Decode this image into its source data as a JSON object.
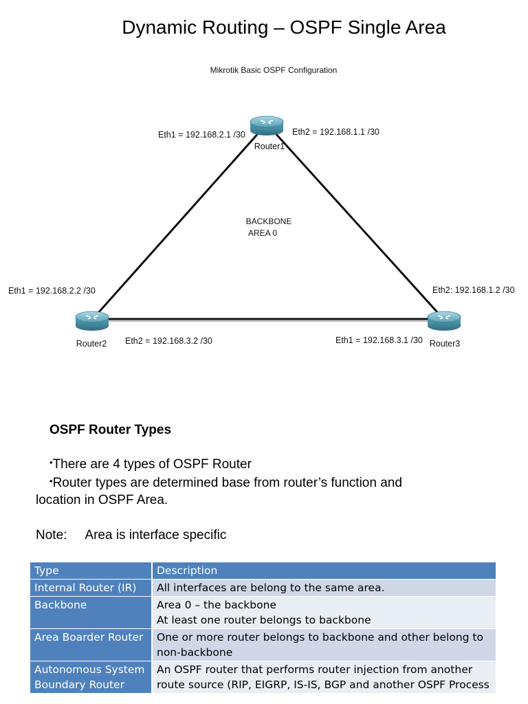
{
  "title": "Dynamic  Routing – OSPF Single Area",
  "diagram": {
    "caption": "Mikrotik Basic OSPF Configuration",
    "area_line1": "BACKBONE",
    "area_line2": "AREA 0",
    "routers": [
      {
        "name": "Router1"
      },
      {
        "name": "Router2"
      },
      {
        "name": "Router3"
      }
    ],
    "interfaces": {
      "r1_eth1": "Eth1 = 192.168.2.1 /30",
      "r1_eth2": "Eth2 = 192.168.1.1 /30",
      "r2_eth1": "Eth1 = 192.168.2.2 /30",
      "r2_eth2": "Eth2 = 192.168.3.2 /30",
      "r3_eth1": "Eth1 = 192.168.3.1 /30",
      "r3_eth2": "Eth2: 192.168.1.2 /30"
    }
  },
  "section": {
    "heading": "OSPF Router Types",
    "bullet_symbol": "•",
    "bullet1": "There are 4 types of OSPF Router",
    "bullet2": "Router types are determined base from router’s function and",
    "bullet2_cont": "location in OSPF Area.",
    "note_label": "Note:",
    "note_text": "Area is interface specific"
  },
  "table": {
    "headers": [
      "Type",
      "Description"
    ],
    "rows": [
      {
        "type": [
          "Internal Router (IR)"
        ],
        "desc": [
          "All interfaces are belong to the same area."
        ]
      },
      {
        "type": [
          "Backbone"
        ],
        "desc": [
          "Area 0 – the backbone",
          "At least one router belongs to backbone"
        ]
      },
      {
        "type": [
          "Area Boarder Router"
        ],
        "desc": [
          "One or more router belongs to backbone and other belong to",
          "non-backbone"
        ]
      },
      {
        "type": [
          "Autonomous System",
          "Boundary Router"
        ],
        "desc": [
          "An OSPF router that performs router injection from another",
          "route source (RIP, EIGRP, IS-IS, BGP and another OSPF Process"
        ]
      }
    ]
  },
  "colors": {
    "header_blue": "#4f81bd",
    "row_light": "#d0d8e8",
    "row_lighter": "#e9edf4",
    "router_teal": "#6fb3c6"
  }
}
